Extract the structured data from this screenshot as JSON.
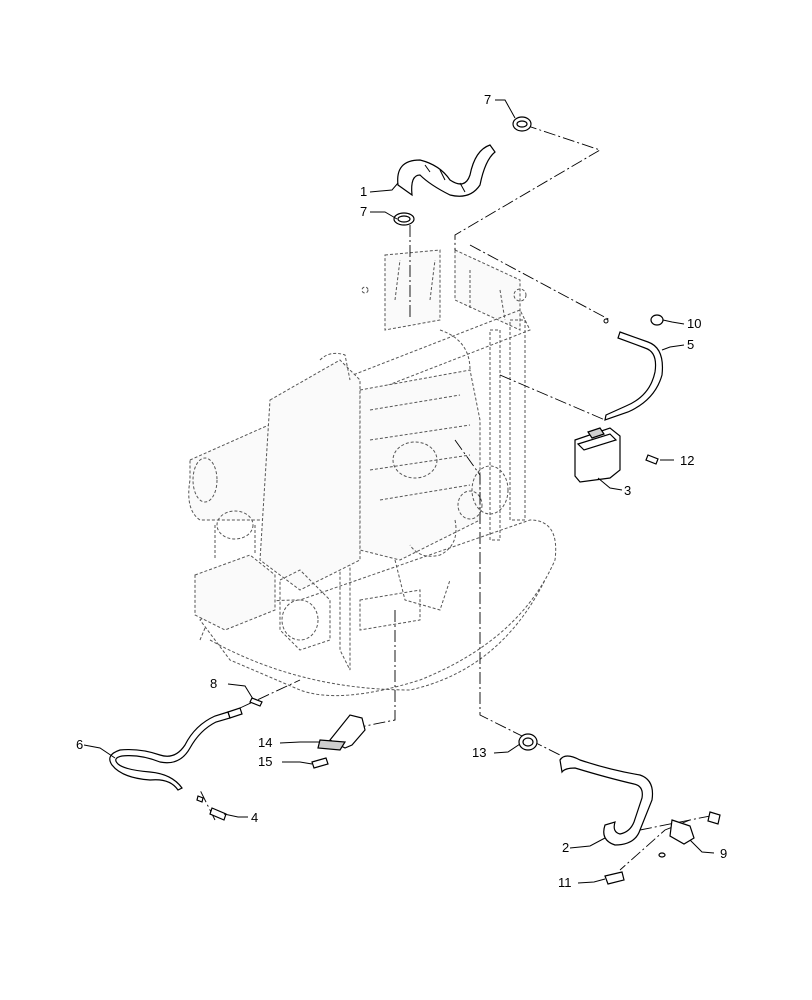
{
  "callouts": [
    {
      "id": "c1",
      "text": "1"
    },
    {
      "id": "c2",
      "text": "2"
    },
    {
      "id": "c3",
      "text": "3"
    },
    {
      "id": "c4",
      "text": "4"
    },
    {
      "id": "c5",
      "text": "5"
    },
    {
      "id": "c6",
      "text": "6"
    },
    {
      "id": "c7a",
      "text": "7"
    },
    {
      "id": "c7b",
      "text": "7"
    },
    {
      "id": "c8",
      "text": "8"
    },
    {
      "id": "c9",
      "text": "9"
    },
    {
      "id": "c10",
      "text": "10"
    },
    {
      "id": "c11",
      "text": "11"
    },
    {
      "id": "c12",
      "text": "12"
    },
    {
      "id": "c13",
      "text": "13"
    },
    {
      "id": "c14",
      "text": "14"
    },
    {
      "id": "c15",
      "text": "15"
    }
  ]
}
